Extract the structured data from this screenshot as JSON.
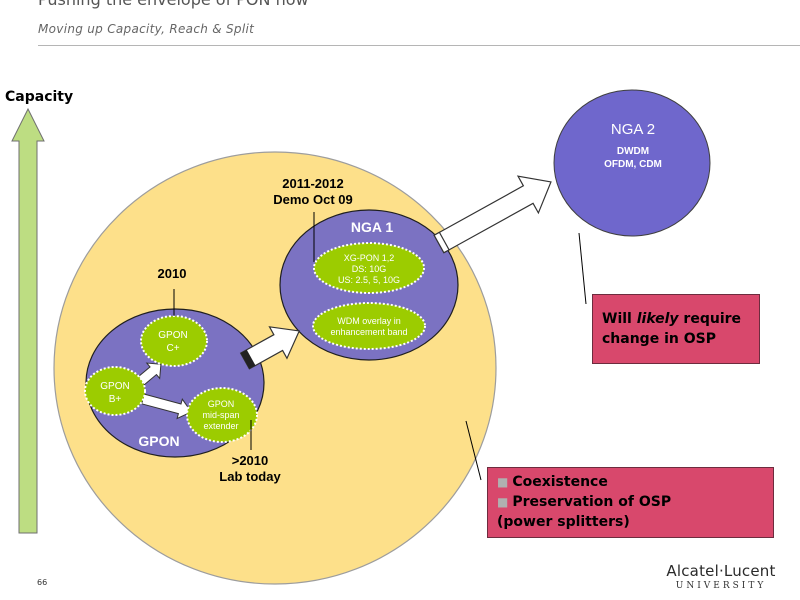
{
  "header": {
    "title": "Pushing the envelope of PON now",
    "subtitle": "Moving up Capacity, Reach & Split"
  },
  "axis": {
    "label": "Capacity"
  },
  "gpon": {
    "label": "GPON",
    "bplus": [
      "GPON",
      "B+"
    ],
    "cplus": [
      "GPON",
      "C+"
    ],
    "midspan": [
      "GPON",
      "mid-span",
      "extender"
    ],
    "year": "2010",
    "lab": [
      ">2010",
      "Lab today"
    ]
  },
  "nga1": {
    "label": "NGA 1",
    "timing": [
      "2011-2012",
      "Demo Oct 09"
    ],
    "xgpon": [
      "XG-PON 1,2",
      "DS: 10G",
      "US: 2.5, 5, 10G"
    ],
    "wdm": [
      "WDM overlay in",
      "enhancement band"
    ]
  },
  "nga2": {
    "label": "NGA 2",
    "tech": [
      "DWDM",
      "OFDM, CDM"
    ]
  },
  "callouts": {
    "osp_pre": "Will ",
    "osp_italic": "likely",
    "osp_post": " require",
    "osp_line2": "change in OSP",
    "coexistence": "Coexistence",
    "preservation": "Preservation of OSP",
    "power": "(power splitters)"
  },
  "footer": {
    "page_number": "66",
    "logo_main": "Alcatel·Lucent",
    "logo_sub": "UNIVERSITY"
  },
  "colors": {
    "yellow": "#fde08a",
    "purple": "#7b72c2",
    "nga2": "#6f67cc",
    "green": "#9ccc00",
    "arrow_green": "#bddd82",
    "callout": "#d8486c"
  }
}
